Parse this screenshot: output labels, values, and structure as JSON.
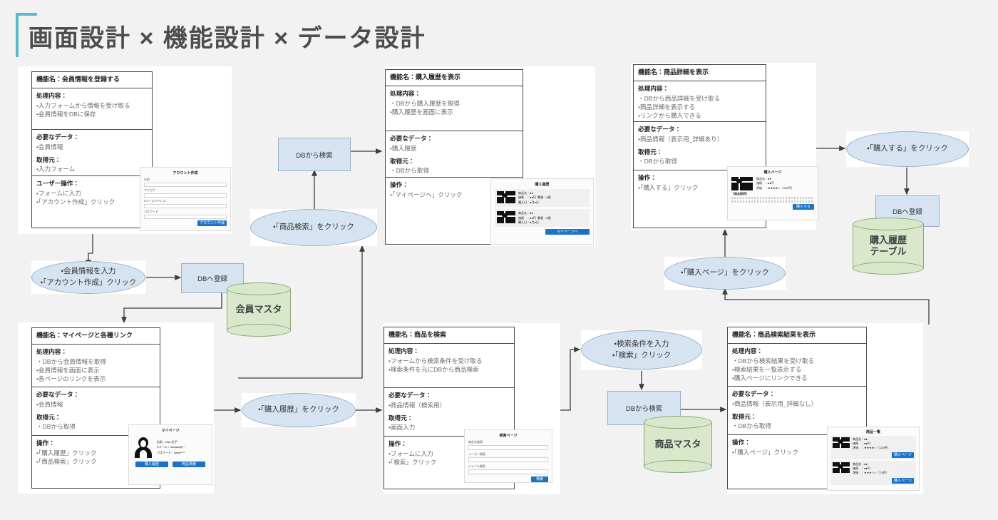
{
  "page": {
    "title": "画面設計 × 機能設計 × データ設計",
    "accent_color": "#5bb9c9",
    "background_color": "#f2f2f2",
    "process_box_color": "#d6e4f2",
    "cylinder_color": "#d9e8cb",
    "button_color": "#1a73c8"
  },
  "cards": {
    "register_member": {
      "function_name": "機能名：会員情報を登録する",
      "process_label": "処理内容：",
      "process_items": [
        "・入力フォームから情報を受け取る",
        "・会員情報をDBに保存"
      ],
      "data_label": "必要なデータ：",
      "data_items": [
        "・会員情報"
      ],
      "source_label": "取得元：",
      "source_items": [
        "・入力フォーム"
      ],
      "action_label": "ユーザー操作：",
      "action_items": [
        "・フォームに入力",
        "・「アカウント作成」クリック"
      ]
    },
    "show_history": {
      "function_name": "機能名：購入履歴を表示",
      "process_label": "処理内容：",
      "process_items": [
        "・DBから購入履歴を取得",
        "・購入履歴を画面に表示"
      ],
      "data_label": "必要なデータ：",
      "data_items": [
        "・購入履歴"
      ],
      "source_label": "取得元：",
      "source_items": [
        "・DBから取得"
      ],
      "action_label": "操作：",
      "action_items": [
        "・「マイページへ」クリック"
      ]
    },
    "show_detail": {
      "function_name": "機能名：商品詳細を表示",
      "process_label": "処理内容：",
      "process_items": [
        "・DBから商品詳細を受け取る",
        "・商品詳細を表示する",
        "・リンクから購入できる"
      ],
      "data_label": "必要なデータ：",
      "data_items": [
        "・商品情報（表示用_詳細あり）"
      ],
      "source_label": "取得元：",
      "source_items": [
        "・DBから取得"
      ],
      "action_label": "操作：",
      "action_items": [
        "・「購入する」クリック"
      ]
    },
    "mypage": {
      "function_name": "機能名：マイページと各種リンク",
      "process_label": "処理内容：",
      "process_items": [
        "・DBから会員情報を取得",
        "・会員情報を画面に表示",
        "・各ページのリンクを表示"
      ],
      "data_label": "必要なデータ：",
      "data_items": [
        "・会員情報"
      ],
      "source_label": "取得元：",
      "source_items": [
        "・DBから取得"
      ],
      "action_label": "操作：",
      "action_items": [
        "・「購入履歴」クリック",
        "・「商品検索」クリック"
      ]
    },
    "search_product": {
      "function_name": "機能名：商品を検索",
      "process_label": "処理内容：",
      "process_items": [
        "・フォームから検索条件を受け取る",
        "・検索条件を元にDBから商品検索"
      ],
      "data_label": "必要なデータ：",
      "data_items": [
        "・商品情報（検索用）"
      ],
      "source_label": "取得元：",
      "source_items": [
        "・画面入力"
      ],
      "action_label": "操作：",
      "action_items": [
        "・フォームに入力",
        "・「検索」クリック"
      ]
    },
    "search_results": {
      "function_name": "機能名：商品検索結果を表示",
      "process_label": "処理内容：",
      "process_items": [
        "・DBから検索結果を受け取る",
        "・検索結果を一覧表示する",
        "・購入ページにリンクできる"
      ],
      "data_label": "必要なデータ：",
      "data_items": [
        "・商品情報（表示用_詳細なし）"
      ],
      "source_label": "取得元：",
      "source_items": [
        "・DBから取得"
      ],
      "action_label": "操作：",
      "action_items": [
        "・「購入ページ」クリック"
      ]
    }
  },
  "actions": {
    "register_input": [
      "・会員情報を入力",
      "・「アカウント作成」クリック"
    ],
    "click_search_product": [
      "・「商品検索」をクリック"
    ],
    "click_history": [
      "・「購入履歴」をクリック"
    ],
    "search_condition": [
      "・検索条件を入力",
      "・「検索」クリック"
    ],
    "click_purchase_page": [
      "・「購入ページ」をクリック"
    ],
    "click_buy": [
      "・「購入する」をクリック"
    ]
  },
  "process_boxes": {
    "db_insert_member": "DBへ登録",
    "db_query_history": "DBから検索",
    "db_query_product": "DBから検索",
    "db_insert_order": "DBへ登録"
  },
  "datastores": {
    "member_master": "会員マスタ",
    "product_master": "商品マスタ",
    "order_history_table": [
      "購入履歴",
      "テーブル"
    ]
  },
  "mockups": {
    "account_create": {
      "title": "アカウント作成",
      "fields": [
        "名前",
        "フリガナ",
        "Eメールアドレス",
        "パスワード"
      ],
      "submit": "アカウント作成"
    },
    "purchase_history": {
      "title": "購入履歴",
      "items": [
        {
          "name": "商品名：●●",
          "price": "価格　：●●円",
          "qty": "数量：●個",
          "date": "購入日：●月●日"
        },
        {
          "name": "商品名：●●",
          "price": "価格　：●●円",
          "qty": "数量：●個",
          "date": "購入日：●月●日"
        }
      ],
      "submit": "マイページへ"
    },
    "purchase_page": {
      "title": "購入ページ",
      "name": "商品名：●●",
      "price": "価格　：●●円",
      "rating": "評価　：★★★★☆（125円）",
      "desc_label": "【商品説明】",
      "submit": "購入する"
    },
    "mypage": {
      "title": "マイページ",
      "name": "名前：Oita 花子",
      "email": "Eメール：hanako@~~",
      "password": "パスワード：hana****",
      "buttons": [
        "購入履歴",
        "商品検索"
      ]
    },
    "search_page": {
      "title": "検索ページ",
      "fields": [
        "商品名検索",
        "メーカー検索",
        "ジャンル検索"
      ],
      "submit": "検索"
    },
    "product_list": {
      "title": "商品一覧",
      "items": [
        {
          "name": "商品名：●●",
          "price": "価格　：●●円",
          "rating": "評価　：★★★★☆（125件）",
          "btn": "購入ページ"
        },
        {
          "name": "商品名：●●",
          "price": "価格　：●●円",
          "rating": "評価　：★★★☆☆（73件）",
          "btn": "購入ページ"
        }
      ]
    }
  }
}
